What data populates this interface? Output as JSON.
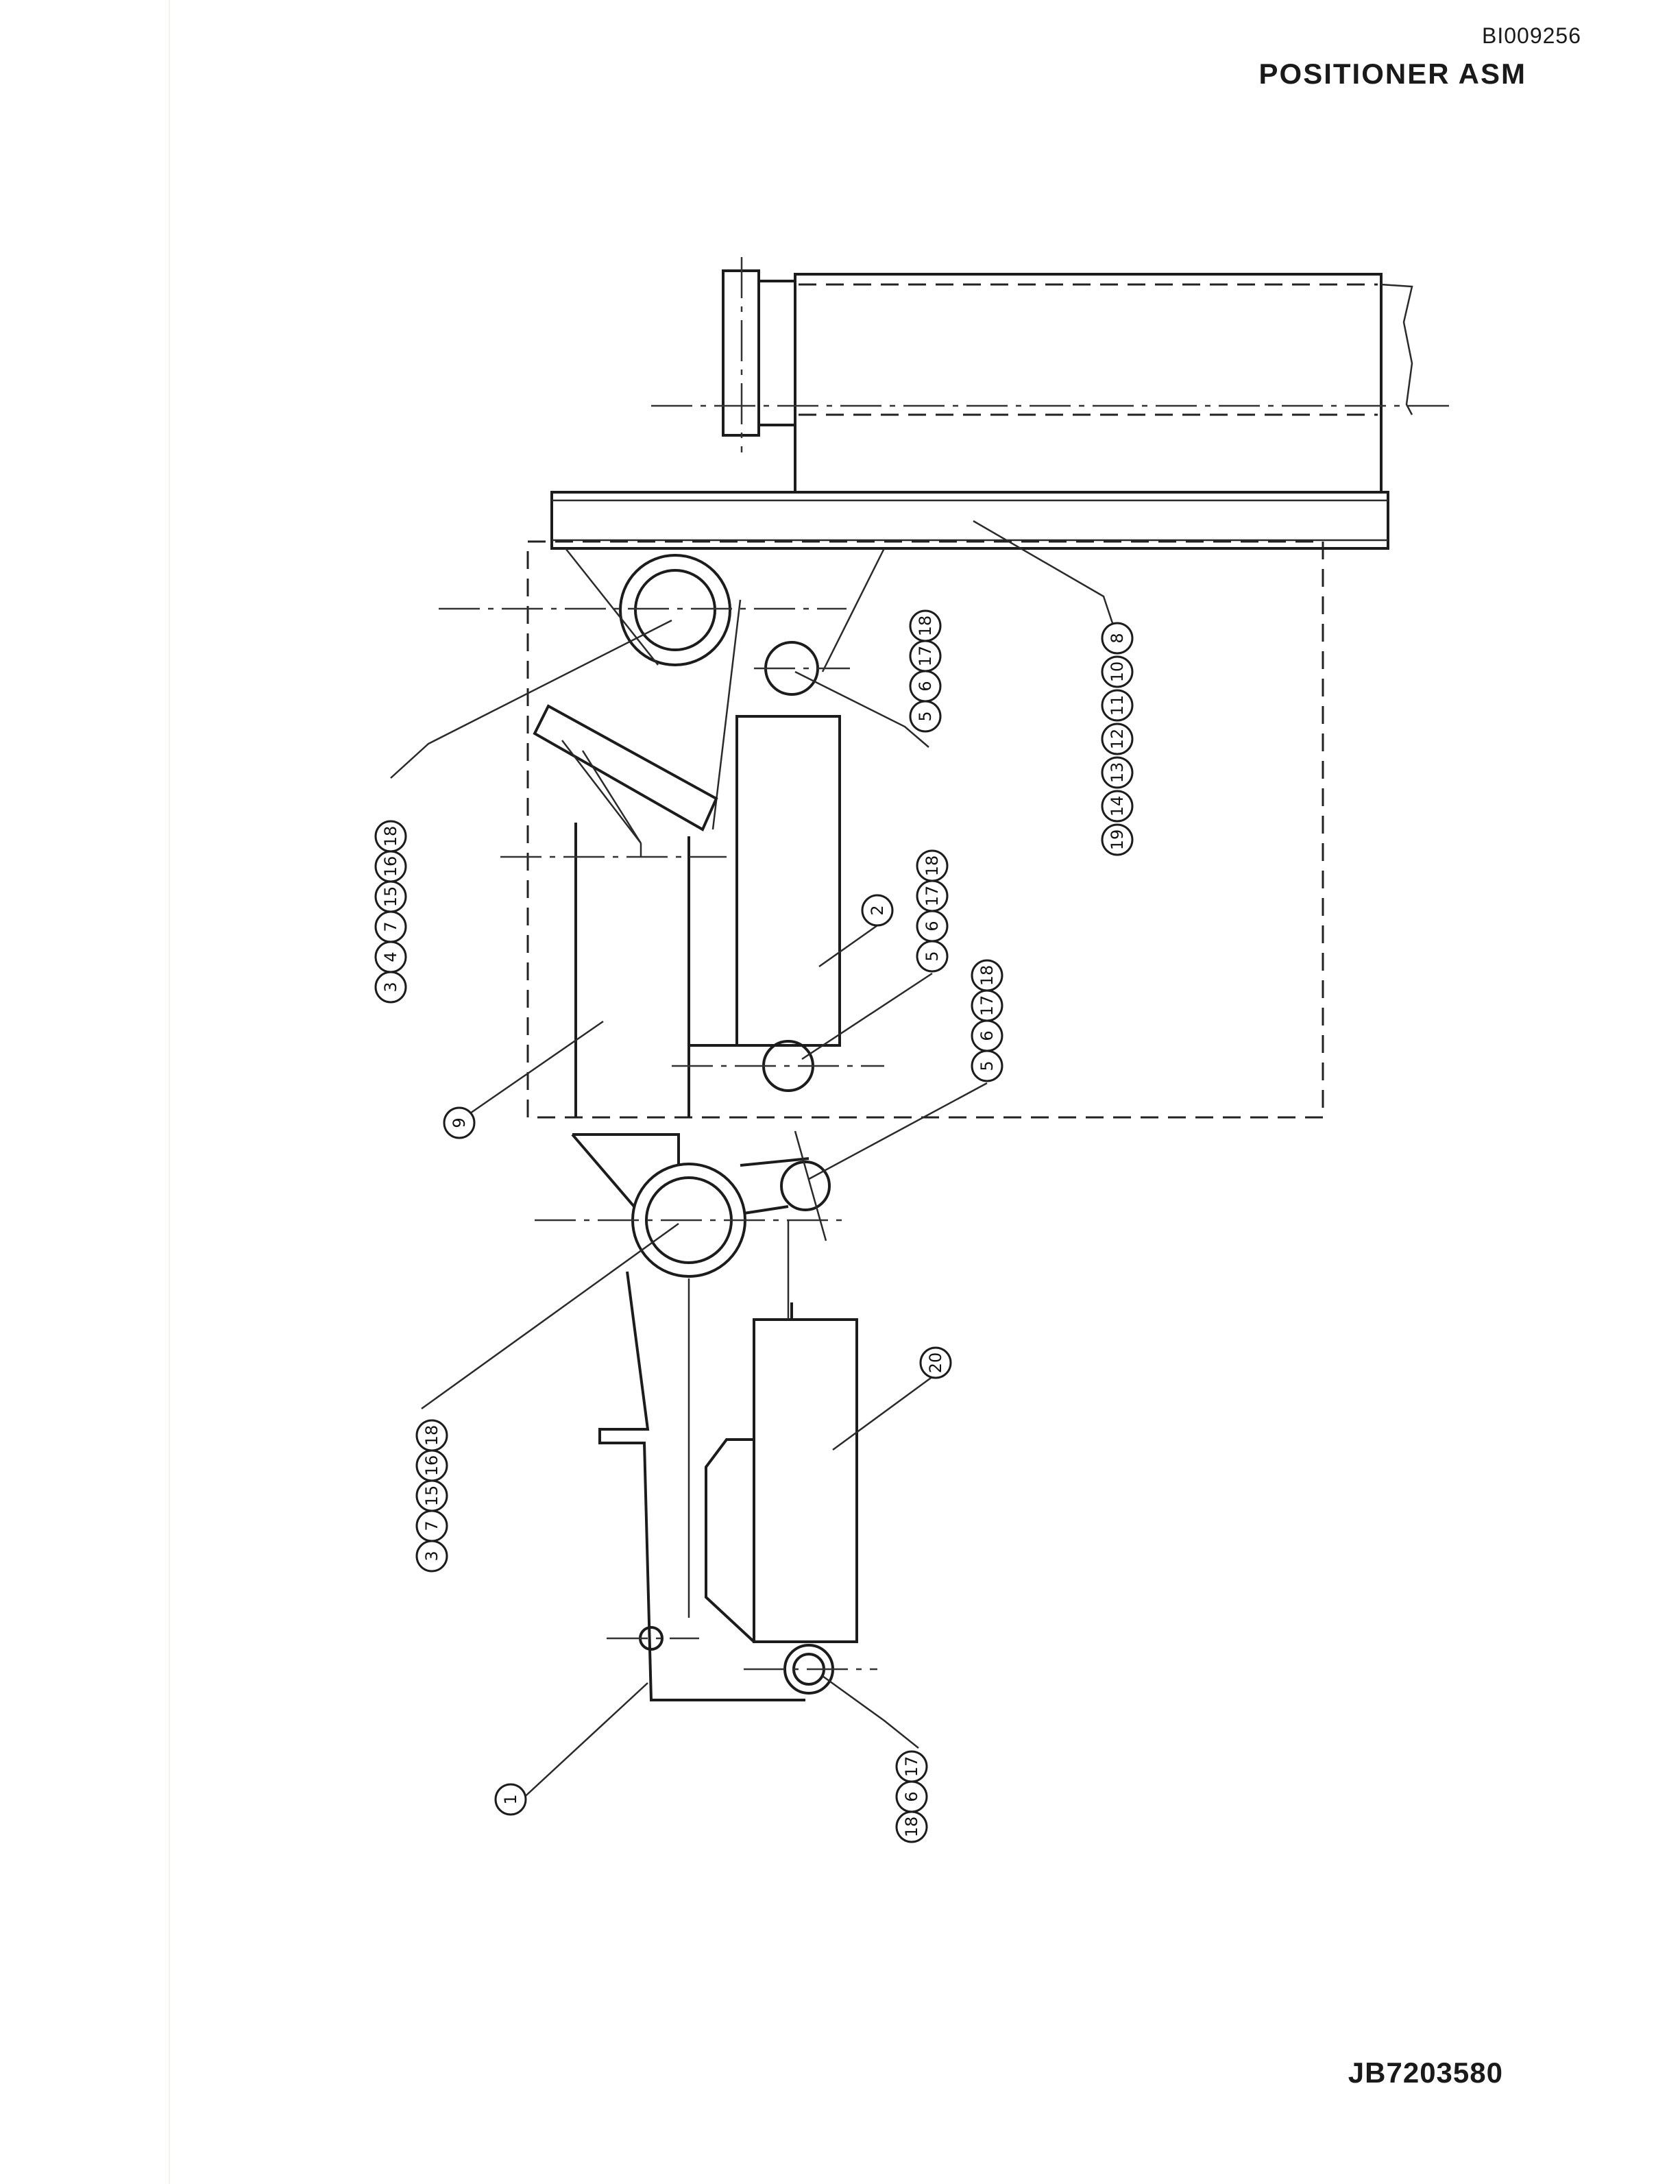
{
  "header": {
    "document_id": "BI009256",
    "title": "POSITIONER ASM"
  },
  "footer": {
    "drawing_number": "JB7203580"
  },
  "callouts": [
    {
      "label": "callout-group-a",
      "numbers": [
        "3",
        "4",
        "7",
        "15",
        "16",
        "18"
      ]
    },
    {
      "label": "callout-group-b",
      "numbers": [
        "5",
        "6",
        "17",
        "18"
      ]
    },
    {
      "label": "callout-group-c",
      "numbers": [
        "19",
        "14",
        "13",
        "12",
        "11",
        "10",
        "8"
      ]
    },
    {
      "label": "callout-group-d",
      "numbers": [
        "5",
        "6",
        "17",
        "18"
      ]
    },
    {
      "label": "callout-group-e",
      "numbers": [
        "2"
      ]
    },
    {
      "label": "callout-group-f",
      "numbers": [
        "5",
        "6",
        "17",
        "18"
      ]
    },
    {
      "label": "callout-group-g",
      "numbers": [
        "9"
      ]
    },
    {
      "label": "callout-group-h",
      "numbers": [
        "3",
        "7",
        "15",
        "16",
        "18"
      ]
    },
    {
      "label": "callout-group-i",
      "numbers": [
        "20"
      ]
    },
    {
      "label": "callout-group-j",
      "numbers": [
        "1"
      ]
    },
    {
      "label": "callout-group-k",
      "numbers": [
        "18",
        "6",
        "17"
      ]
    }
  ]
}
